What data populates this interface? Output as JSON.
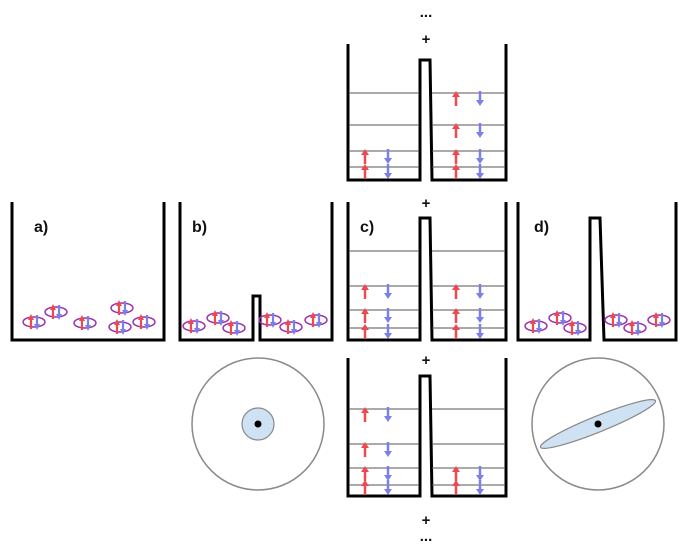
{
  "labels": {
    "a": "a)",
    "b": "b)",
    "c": "c)",
    "d": "d)"
  },
  "series": {
    "plus": "+",
    "dots": "..."
  },
  "colors": {
    "spin_up": "#f0484e",
    "spin_down": "#7b7fea",
    "ring": "#9a2fb0",
    "wall": "#000000",
    "cloud": "#cfe2f3"
  },
  "panels": {
    "c_top": {
      "left_levels_filled": 2,
      "left_levels_total": 4,
      "right_levels_filled": 4,
      "right_levels_total": 4
    },
    "c_mid": {
      "left_levels_filled": 3,
      "left_levels_total": 4,
      "right_levels_filled": 3,
      "right_levels_total": 4
    },
    "c_bot": {
      "left_levels_filled": 4,
      "left_levels_total": 4,
      "right_levels_filled": 2,
      "right_levels_total": 4
    }
  }
}
